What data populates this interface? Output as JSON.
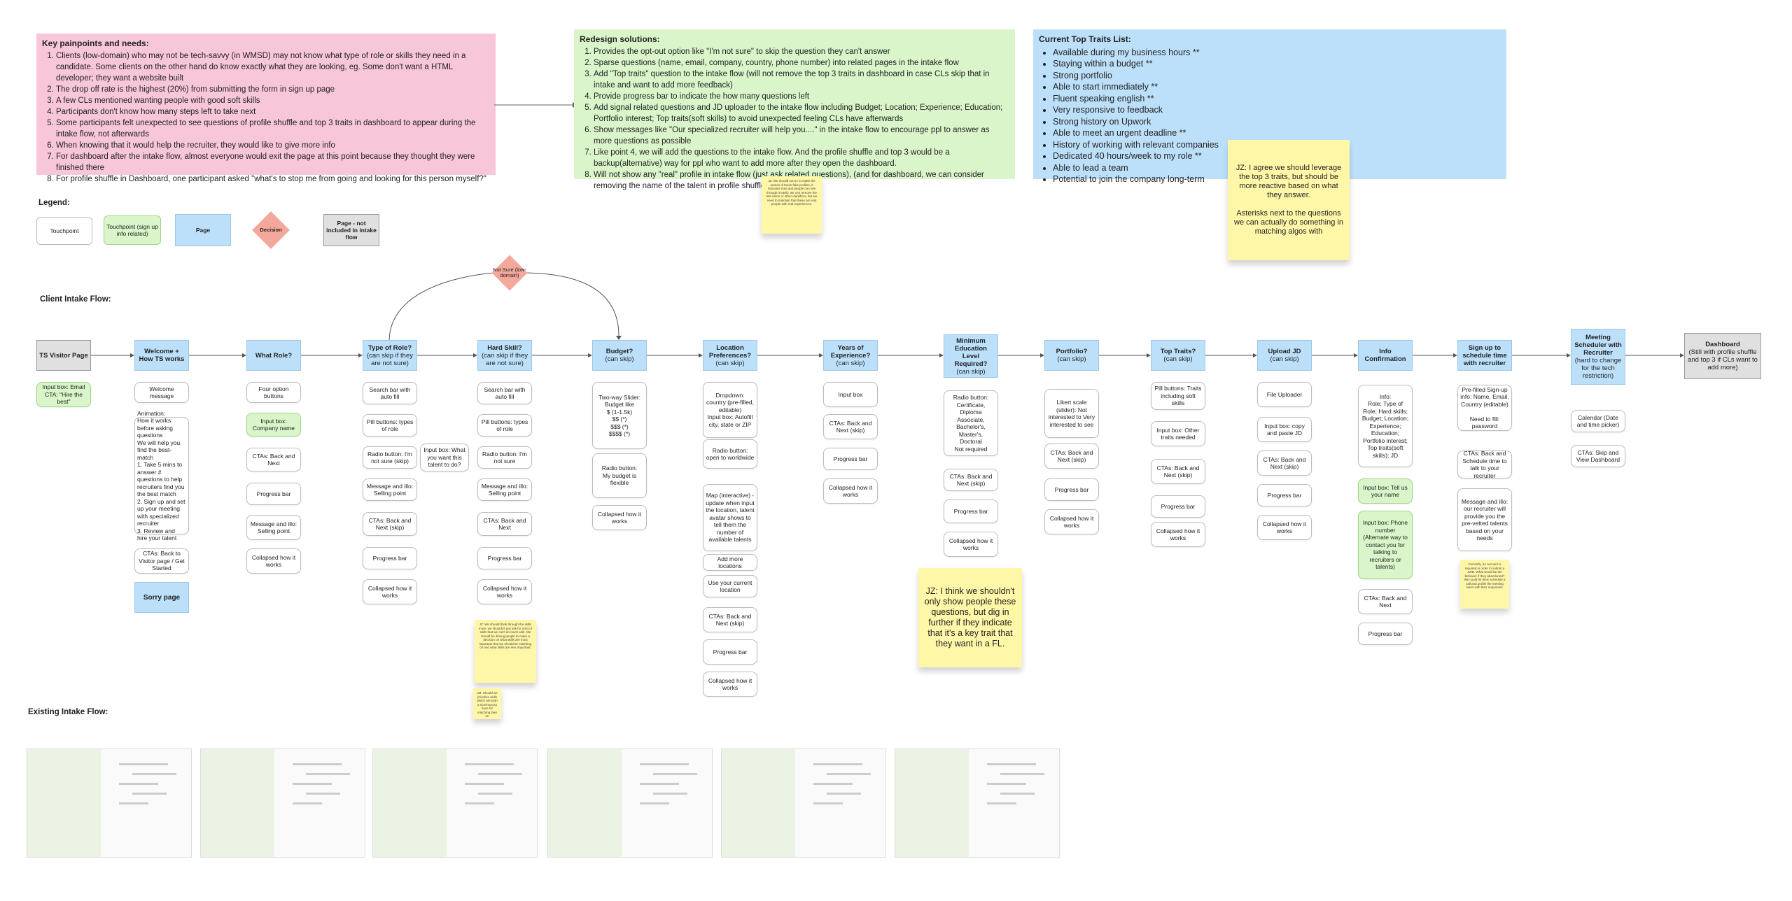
{
  "painpoints": {
    "title": "Key painpoints and needs:",
    "items": [
      "Clients (low-domain) who may not be tech-savvy (in WMSD) may not know what type of role or skills they need in a candidate. Some clients on the other hand do know exactly what they are looking, eg. Some don't want a HTML developer; they want a website built",
      "The drop off rate is the highest (20%) from submitting the form in sign up page",
      "A few CLs mentioned wanting people with good soft skills",
      "Participants don't know how many steps left to take next",
      "Some participants felt unexpected to see questions of profile shuffle and top 3 traits in dashboard to appear during the intake flow, not afterwards",
      "When knowing that it would help the recruiter, they would like to give more info",
      "For dashboard after the intake flow, almost everyone would exit the page at this point because they thought they were finished there",
      "For profile shuffle in Dashboard, one participant asked \"what's to stop me from going and looking for this person myself?\""
    ]
  },
  "redesign": {
    "title": "Redesign solutions:",
    "items": [
      "Provides the opt-out option like \"I'm not sure\" to skip the question they can't answer",
      "Sparse questions (name, email, company, country, phone number) into related pages in the intake flow",
      "Add \"Top traits\" question to the intake flow (will not remove the top 3 traits in dashboard in case CLs skip that in intake and want to add more feedback)",
      "Provide progress bar to indicate the how many questions left",
      "Add signal related questions and JD uploader to the intake flow including Budget; Location; Experience; Education; Portfolio interest; Top traits(soft skills) to avoid unexpected feeling CLs have afterwards",
      "Show messages like \"Our specialized recruiter will help you....\" in the intake flow to encourage ppl to answer as more questions as possible",
      "Like point 4, we will add the questions to the intake flow. And the profile shuffle and top 3 would be a backup(alternative) way for ppl who want to add more after they open the dashboard.",
      "Will not show any \"real\" profile in intake flow (just ask related questions), (and for dashboard, we can consider removing the name of the talent in profile shuffle later)"
    ]
  },
  "traits": {
    "title": "Current Top Traits List:",
    "items": [
      "Available during my business hours **",
      "Staying within a budget **",
      "Strong portfolio",
      "Able to start immediately **",
      "Fluent speaking english **",
      "Very responsive to feedback",
      "Strong history on Upwork",
      "Able to meet an urgent deadline **",
      "History of working with relevant companies",
      "Dedicated 40 hours/week to my role **",
      "Able to lead a team",
      "Potential to join the company long-term"
    ]
  },
  "notes": {
    "jz_traits": "JZ: I agree we should leverage the top 3 traits, but should be more reactive based on what they answer.\n\nAsterisks next to the questions we can actually do something in matching algos with",
    "jz_education": "JZ: I think we shouldn't only show people these questions, but dig in further if they indicate that it's a key trait that they want in a FL.",
    "jz_redesign_small": "JZ: We should not try to make the names of these fake profiles, it indicates trust and people can see through it easily. we can remove the last name or other identifiers, but we need to maintain that these are real people with real experiences.",
    "jz_hardskill_small": "JZ: We should think through the skills more, we shouldn't just ask for a list of skills that we can't do much with. We should be driving people to make a decision on what skills are most important that we should be matching on and what skills are less important.",
    "jz_hardskill_small2": "JM: Should we prioritize skills which are both a nice/must to have for matching later on",
    "jz_signup_small": "Currently, an account is required in order to submit a JWD. What would be the behavior if they abandoned? We could let them schedule a call and profile the meeting notes with their responses."
  },
  "legend": {
    "title": "Legend:",
    "touchpoint": "Touchpoint",
    "touchpoint_signup": "Touchpoint (sign up info related)",
    "page": "Page",
    "decision": "Decision",
    "page_not_included": "Page - not included in intake flow"
  },
  "section_labels": {
    "client_flow": "Client Intake Flow:",
    "existing_flow": "Existing Intake Flow:"
  },
  "decision_not_sure": "Not Sure (low-domain)",
  "pages": [
    {
      "title": "TS Visitor Page",
      "sub": "",
      "grey": true
    },
    {
      "title": "Welcome + How TS works",
      "sub": ""
    },
    {
      "title": "What Role?",
      "sub": ""
    },
    {
      "title": "Type of Role?",
      "sub": "(can skip if they are not sure)"
    },
    {
      "title": "Hard Skill?",
      "sub": "(can skip if they are not sure)"
    },
    {
      "title": "Budget?",
      "sub": "(can skip)"
    },
    {
      "title": "Location Preferences?",
      "sub": "(can skip)"
    },
    {
      "title": "Years of Experience?",
      "sub": "(can skip)"
    },
    {
      "title": "Minimum Education Level Required?",
      "sub": "(can skip)"
    },
    {
      "title": "Portfolio?",
      "sub": "(can skip)"
    },
    {
      "title": "Top Traits?",
      "sub": "(can skip)"
    },
    {
      "title": "Upload JD",
      "sub": "(can skip)"
    },
    {
      "title": "Info Confirmation",
      "sub": ""
    },
    {
      "title": "Sign up to schedule time with recruiter",
      "sub": ""
    },
    {
      "title": "Meeting Scheduler with Recruiter",
      "sub": "(hard to change for the tech restriction)"
    },
    {
      "title": "Dashboard",
      "sub": "(Still with profile shuffle and top 3 if CLs want to add more)",
      "grey": true
    }
  ],
  "columns": [
    [
      {
        "text": "Input box: Email\nCTA: \"Hire the best\"",
        "green": true
      }
    ],
    [
      {
        "text": "Welcome message"
      },
      {
        "text": "Animation:\nHow it works before asking questions\nWe will help you find the best-match\n1. Take 5 mins to answer # questions to help recruiters find you the best match\n2. Sign up and set up your meeting with specialized recruiter\n3. Review and hire your talent",
        "left": true
      },
      {
        "text": "CTAs: Back to Visitor page / Get Started"
      },
      {
        "text": "Sorry page",
        "page": true
      }
    ],
    [
      {
        "text": "Four option buttons"
      },
      {
        "text": "Input box:\nCompany name",
        "green": true
      },
      {
        "text": "CTAs: Back and Next"
      },
      {
        "text": "Progress bar"
      },
      {
        "text": "Message and illo: Selling point"
      },
      {
        "text": "Collapsed how it works"
      }
    ],
    [
      {
        "text": "Search bar with auto fill"
      },
      {
        "text": "Pill buttons: types of role"
      },
      {
        "text": "Radio button: I'm not sure (skip)"
      },
      {
        "text": "Message and illo: Selling point"
      },
      {
        "text": "CTAs: Back and Next (skip)"
      },
      {
        "text": "Progress bar"
      },
      {
        "text": "Collapsed how it works"
      }
    ],
    [
      {
        "text": "Search bar with auto fill"
      },
      {
        "text": "Pill buttons: types of role"
      },
      {
        "text": "Radio button: I'm not sure"
      },
      {
        "text": "Message and illo: Selling point"
      },
      {
        "text": "CTAs: Back and Next"
      },
      {
        "text": "Progress bar"
      },
      {
        "text": "Collapsed how it works"
      }
    ],
    [
      {
        "text": "Two-way Slider:\nBudget like\n$ (1-1.5k)\n$$ (*)\n$$$ (*)\n$$$$ (*)"
      },
      {
        "text": "Radio button:\nMy budget is flexible"
      },
      {
        "text": "Collapsed how it works"
      }
    ],
    [
      {
        "text": "Dropdown: country (pre-filled, editable)\nInput box: Autofill city, state or ZIP"
      },
      {
        "text": "Radio button: open to worldwide"
      },
      {
        "text": "Map (interactive) - update when input the location, talent avatar shows to tell them the number of available talents"
      },
      {
        "text": "Add more locations"
      },
      {
        "text": "Use your current location"
      },
      {
        "text": "CTAs: Back and Next (skip)"
      },
      {
        "text": "Progress bar"
      },
      {
        "text": "Collapsed how it works"
      }
    ],
    [
      {
        "text": "Input box"
      },
      {
        "text": "CTAs: Back and Next (skip)"
      },
      {
        "text": "Progress bar"
      },
      {
        "text": "Collapsed how it works"
      }
    ],
    [
      {
        "text": "Radio button:\nCertificate,\nDiploma\nAssociate,\nBachelor's,\nMaster's,\nDoctoral\nNot required"
      },
      {
        "text": "CTAs: Back and Next (skip)"
      },
      {
        "text": "Progress bar"
      },
      {
        "text": "Collapsed how it works"
      }
    ],
    [
      {
        "text": "Likert scale (slider): Not interested to Very interested to see"
      },
      {
        "text": "CTAs: Back and Next (skip)"
      },
      {
        "text": "Progress bar"
      },
      {
        "text": "Collapsed how it works"
      }
    ],
    [
      {
        "text": "Pill buttons: Traits including soft skills"
      },
      {
        "text": "Input box: Other traits needed"
      },
      {
        "text": "CTAs: Back and Next (skip)"
      },
      {
        "text": "Progress bar"
      },
      {
        "text": "Collapsed how it works"
      }
    ],
    [
      {
        "text": "File Uploader"
      },
      {
        "text": "Input box: copy and paste JD"
      },
      {
        "text": "CTAs: Back and Next (skip)"
      },
      {
        "text": "Progress bar"
      },
      {
        "text": "Collapsed how it works"
      }
    ],
    [
      {
        "text": "Info:\nRole; Type of Role; Hard skills; Budget; Location; Experience; Education; Portfolio interest; Top traits(soft skills); JD"
      },
      {
        "text": "Input box: Tell us your name",
        "green": true
      },
      {
        "text": "Input box: Phone number\n(Alternate way to contact you for talking to recruiters or talents)",
        "green": true
      },
      {
        "text": "CTAs: Back and Next"
      },
      {
        "text": "Progress bar"
      }
    ],
    [
      {
        "text": "Pre-filled Sign-up info: Name, Email, Country (editable)\n\nNeed to fill: password"
      },
      {
        "text": "CTAs: Back and Schedule time to talk to your recruiter"
      },
      {
        "text": "Message and illo: our recruiter will provide you the pre-vetted talents based on your needs"
      }
    ],
    [
      {
        "text": "Calendar (Date and time picker)"
      },
      {
        "text": "CTAs: Skip and View Dashboard"
      }
    ],
    []
  ],
  "side_note_type_role": "Input box: What you want this talent to do?"
}
